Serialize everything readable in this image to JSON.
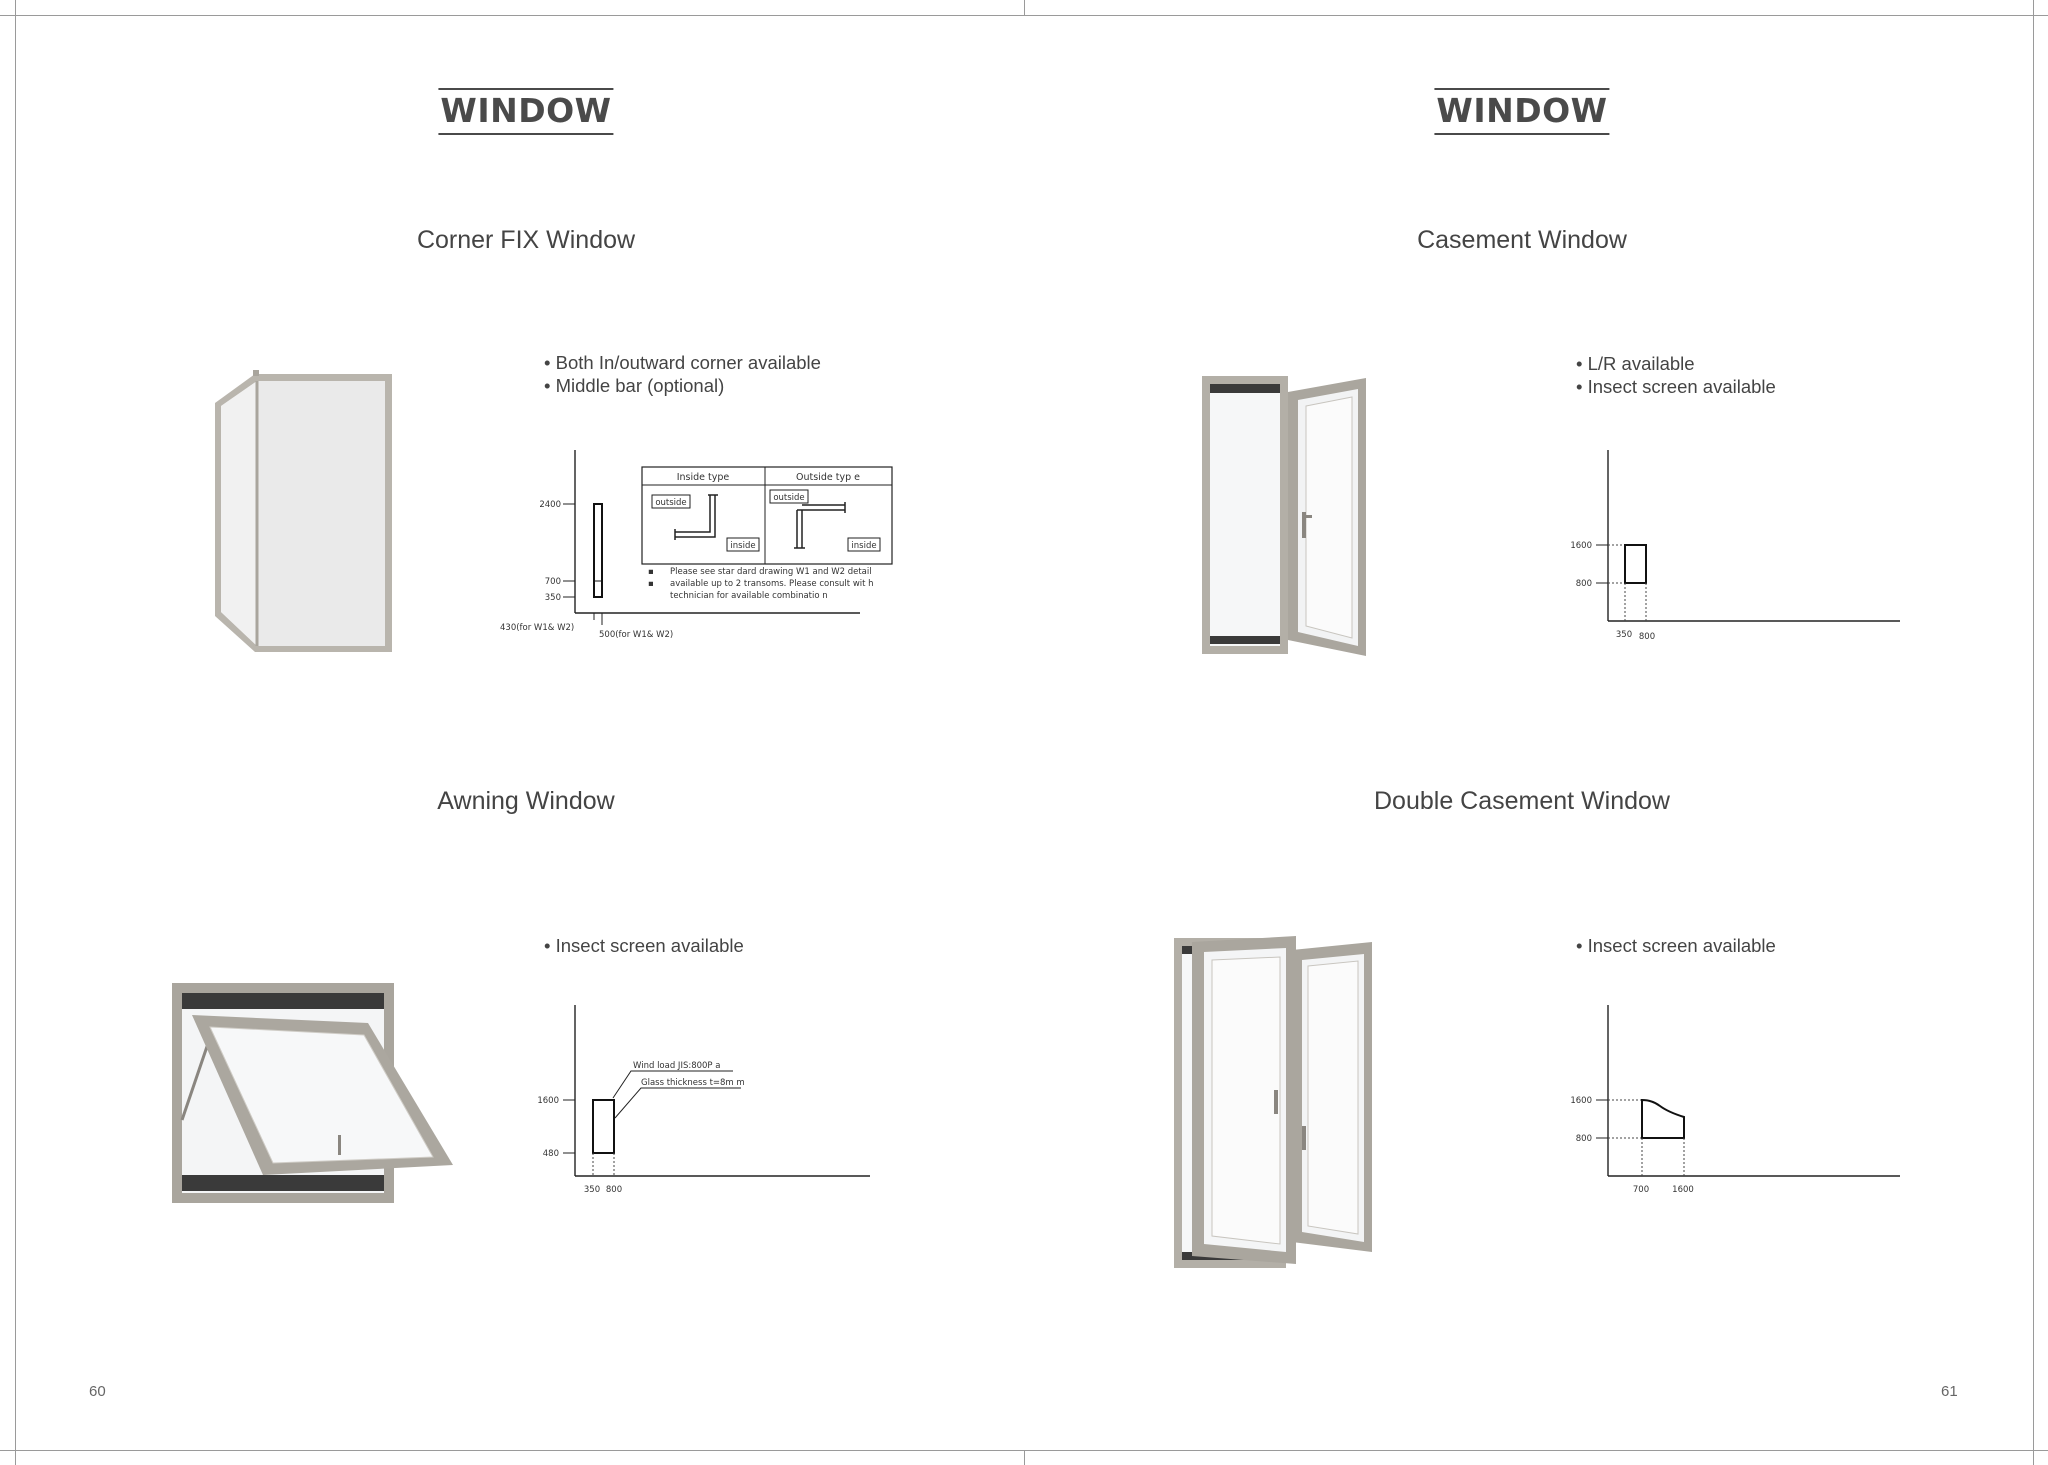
{
  "left_page": {
    "header": "WINDOW",
    "page_number": "60",
    "corner_fix": {
      "title": "Corner FIX Window",
      "bullets": [
        "• Both In/outward corner available",
        "• Middle bar (optional)"
      ],
      "y_ticks": [
        "2400",
        "700",
        "350"
      ],
      "x_labels": [
        "430(for W1& W2)",
        "500(for W1& W2)"
      ],
      "table_headers": [
        "Inside type",
        "Outside typ e"
      ],
      "tags": [
        "outside",
        "inside",
        "outside",
        "inside"
      ],
      "notes": [
        "Please see star   dard drawing W1 and W2 detail",
        "available up to 2 transoms. Please consult wit      h",
        "technician for available combinatio    n"
      ]
    },
    "awning": {
      "title": "Awning Window",
      "bullets": [
        "• Insect screen available"
      ],
      "y_ticks": [
        "1600",
        "480"
      ],
      "x_ticks": [
        "350",
        "800"
      ],
      "annotations": [
        "Wind load JIS:800P    a",
        "Glass thickness t=8m    m"
      ]
    }
  },
  "right_page": {
    "header": "WINDOW",
    "page_number": "61",
    "casement": {
      "title": "Casement Window",
      "bullets": [
        "• L/R available",
        "• Insect screen available"
      ],
      "y_ticks": [
        "1600",
        "800"
      ],
      "x_ticks": [
        "350",
        "800"
      ]
    },
    "double_casement": {
      "title": "Double Casement Window",
      "bullets": [
        "• Insect screen available"
      ],
      "y_ticks": [
        "1600",
        "800"
      ],
      "x_ticks": [
        "700",
        "1600"
      ]
    }
  },
  "colors": {
    "frame": "#a8a49c",
    "frame_dark": "#8f8b83",
    "glass": "#f3f4f5",
    "rail": "#3a3a3a"
  }
}
